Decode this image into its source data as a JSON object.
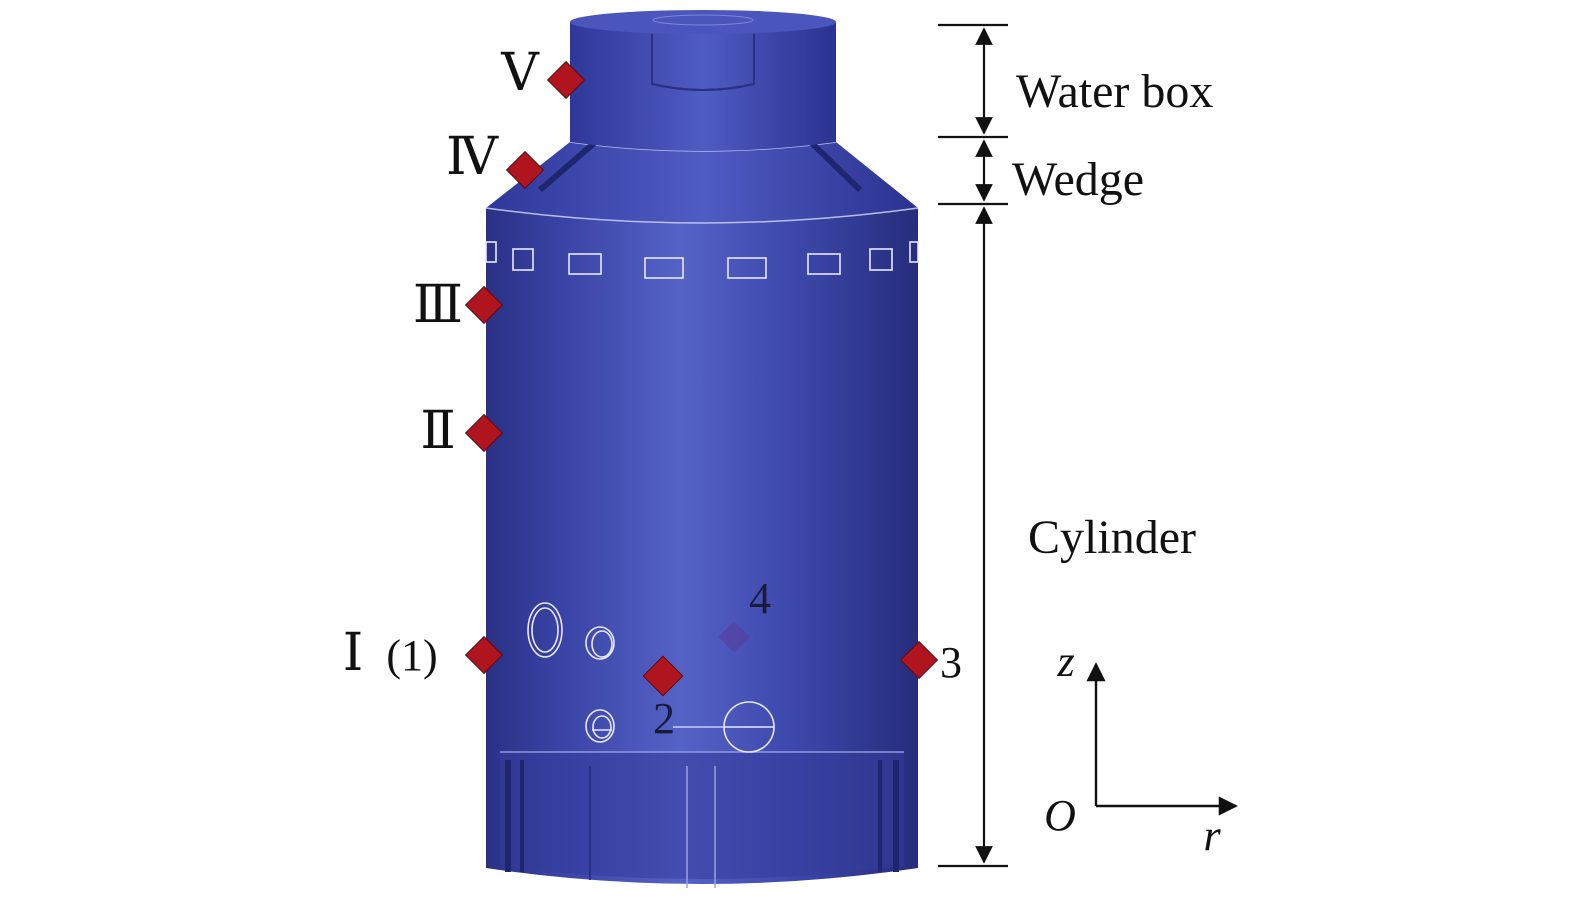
{
  "sections": [
    {
      "id": "water-box",
      "label": "Water box"
    },
    {
      "id": "wedge",
      "label": "Wedge"
    },
    {
      "id": "cylinder",
      "label": "Cylinder"
    }
  ],
  "roman_points": [
    {
      "id": "I",
      "label": "Ⅰ"
    },
    {
      "id": "II",
      "label": "Ⅱ"
    },
    {
      "id": "III",
      "label": "Ⅲ"
    },
    {
      "id": "IV",
      "label": "Ⅳ"
    },
    {
      "id": "V",
      "label": "Ⅴ"
    }
  ],
  "point_1_label": "(1)",
  "numbered_points": [
    {
      "id": "2",
      "label": "2"
    },
    {
      "id": "3",
      "label": "3"
    },
    {
      "id": "4",
      "label": "4"
    }
  ],
  "axes": {
    "vertical": "z",
    "horizontal": "r",
    "origin": "O"
  },
  "colors": {
    "body": "#3b45a8",
    "body_dark": "#2a3185",
    "body_light": "#5562c6",
    "marker": "#b0141e",
    "line": "#111111"
  }
}
